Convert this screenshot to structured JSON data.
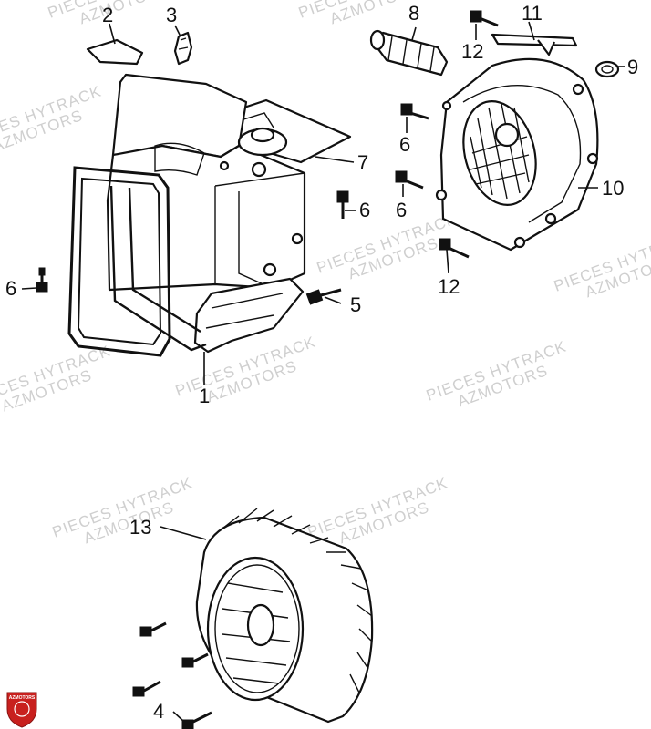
{
  "watermarks": [
    {
      "line1": "PIECES HYTRACK",
      "line2": "AZMOTORS"
    },
    {
      "line1": "PIECES HYTRACK",
      "line2": "AZMOTORS"
    },
    {
      "line1": "PIECES HYTRACK",
      "line2": "AZMOTORS"
    },
    {
      "line1": "PIECES HYTRACK",
      "line2": "AZMOTORS"
    },
    {
      "line1": "PIECES HYTRACK",
      "line2": "AZMOTORS"
    },
    {
      "line1": "PIECES HYTRACK",
      "line2": "AZMOTORS"
    },
    {
      "line1": "PIECES HYTRACK",
      "line2": "AZMOTORS"
    },
    {
      "line1": "PIECES HYTRACK",
      "line2": "AZMOTORS"
    },
    {
      "line1": "PIECES HYTRACK",
      "line2": "AZMOTORS"
    },
    {
      "line1": "PIECES HYTRACK",
      "line2": "AZMOTORS"
    }
  ],
  "callouts": {
    "c1": "1",
    "c2": "2",
    "c3": "3",
    "c4": "4",
    "c5": "5",
    "c6a": "6",
    "c6b": "6",
    "c6c": "6",
    "c6d": "6",
    "c7": "7",
    "c8": "8",
    "c9": "9",
    "c10": "10",
    "c11": "11",
    "c12a": "12",
    "c12b": "12",
    "c13": "13"
  },
  "logo": {
    "text": "AZMOTORS",
    "color": "#c8201e"
  }
}
